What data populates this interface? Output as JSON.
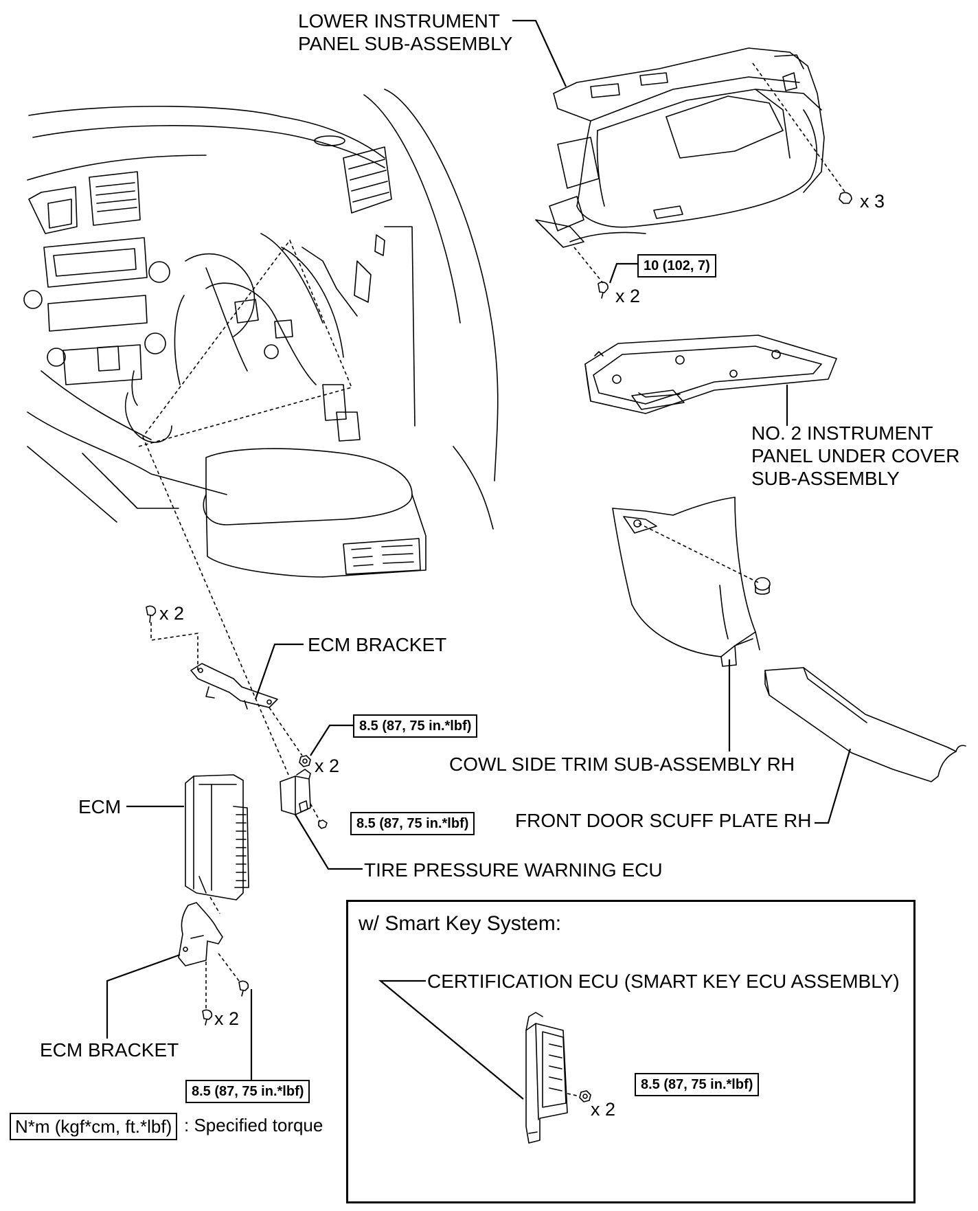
{
  "labels": {
    "lower_panel": [
      "LOWER INSTRUMENT",
      "PANEL SUB-ASSEMBLY"
    ],
    "no2_cover": [
      "NO. 2 INSTRUMENT",
      "PANEL UNDER COVER",
      "SUB-ASSEMBLY"
    ],
    "cowl_trim": "COWL SIDE TRIM SUB-ASSEMBLY RH",
    "scuff_plate": "FRONT DOOR SCUFF PLATE RH",
    "ecm_bracket_upper": "ECM BRACKET",
    "ecm": "ECM",
    "tire_pressure_ecu": "TIRE PRESSURE WARNING ECU",
    "ecm_bracket_lower": "ECM BRACKET"
  },
  "quantities": {
    "lower_panel_clips": "x 3",
    "lower_panel_bolts": "x 2",
    "ecm_bracket_bolts": "x 2",
    "tire_ecu_nuts": "x 2",
    "lower_bracket_bolts": "x 2",
    "smart_key_nuts": "x 2"
  },
  "torques": {
    "lower_panel": "10 (102, 7)",
    "tire_ecu_nuts": "8.5 (87, 75 in.*lbf)",
    "tire_ecu_bolt": "8.5 (87, 75 in.*lbf)",
    "ecm_bracket": "8.5 (87, 75 in.*lbf)",
    "smart_key": "8.5 (87, 75 in.*lbf)"
  },
  "inset": {
    "title": "w/ Smart Key System:",
    "certification_label": "CERTIFICATION ECU (SMART KEY ECU ASSEMBLY)"
  },
  "legend": {
    "box_text": "N*m (kgf*cm, ft.*lbf)",
    "description": ": Specified torque"
  }
}
